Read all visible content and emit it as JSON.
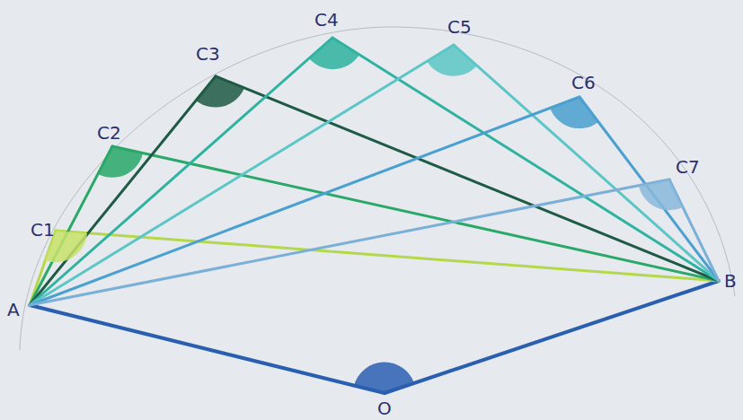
{
  "diagram": {
    "labels": [
      "C3",
      "C4",
      "C5",
      "C2",
      "C6",
      "C7",
      "C1",
      "A",
      "B",
      "O"
    ]
  }
}
